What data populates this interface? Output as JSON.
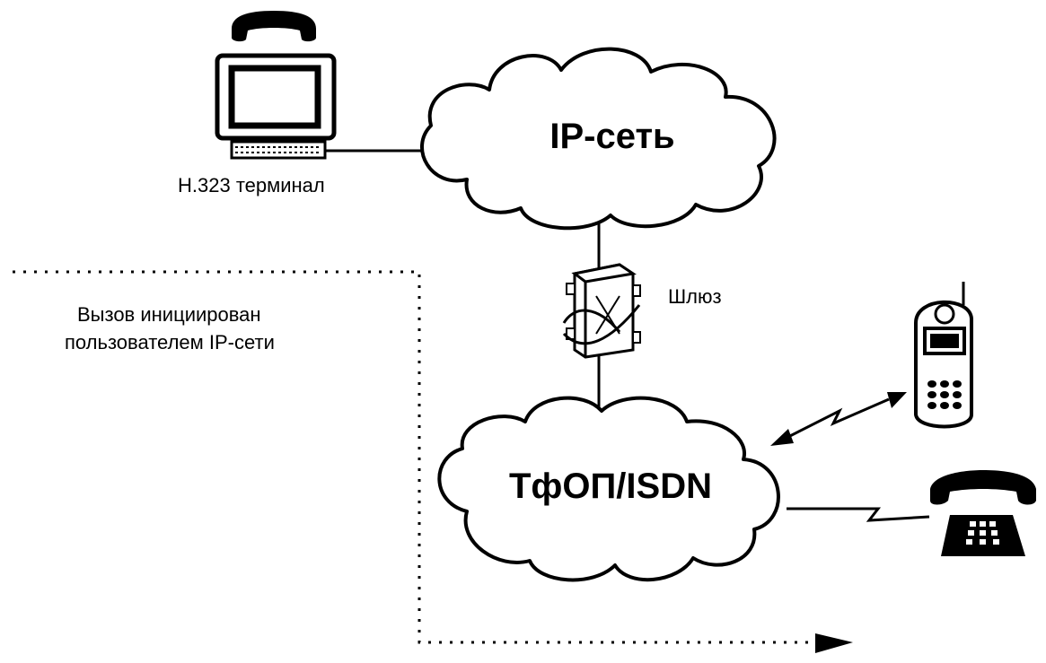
{
  "diagram": {
    "ip_network_label": "IP-сеть",
    "pstn_label": "ТфОП/ISDN",
    "terminal_label": "H.323 терминал",
    "gateway_label": "Шлюз",
    "call_note_line1": "Вызов инициирован",
    "call_note_line2": "пользователем IP-сети"
  },
  "icons": {
    "terminal": "computer-with-handset-icon",
    "gateway": "gateway-icon",
    "mobile": "mobile-phone-icon",
    "desk_phone": "desk-telephone-icon"
  },
  "colors": {
    "ink": "#000000",
    "paper": "#ffffff"
  }
}
